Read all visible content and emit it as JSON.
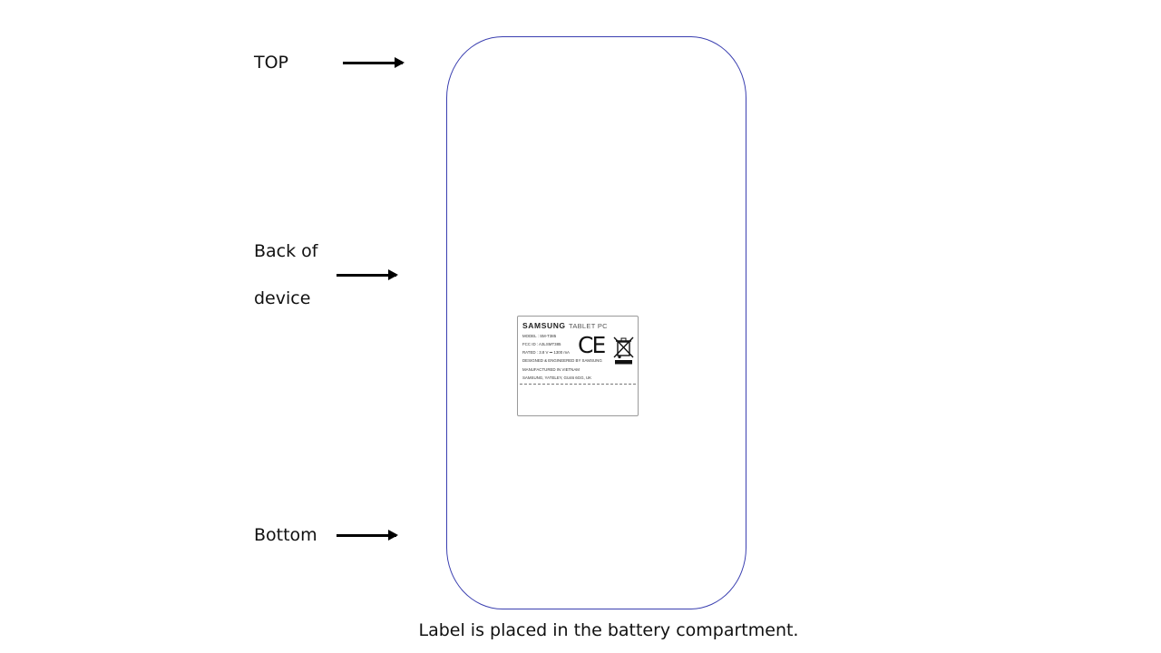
{
  "labels": {
    "top": "TOP",
    "back_line1": "Back of",
    "back_line2": "device",
    "bottom": "Bottom"
  },
  "device_label": {
    "brand": "SAMSUNG",
    "product": "TABLET PC",
    "lines": [
      "MODEL : SM-T385",
      "FCC ID : A3LSMT385",
      "RATED : 3.8 V ⎓ 1300 mA",
      "DESIGNED & ENGINEERED BY SAMSUNG",
      "MANUFACTURED IN VIETNAM",
      "SAMSUNG, YATELEY, GU46 6GG, UK"
    ],
    "ce_mark": "CE",
    "icons": [
      "ce-mark",
      "weee-crossed-bin-icon"
    ]
  },
  "caption": "Label is placed in the battery compartment.",
  "colors": {
    "outline": "#3a3fb0",
    "text": "#111111",
    "background": "#ffffff"
  }
}
